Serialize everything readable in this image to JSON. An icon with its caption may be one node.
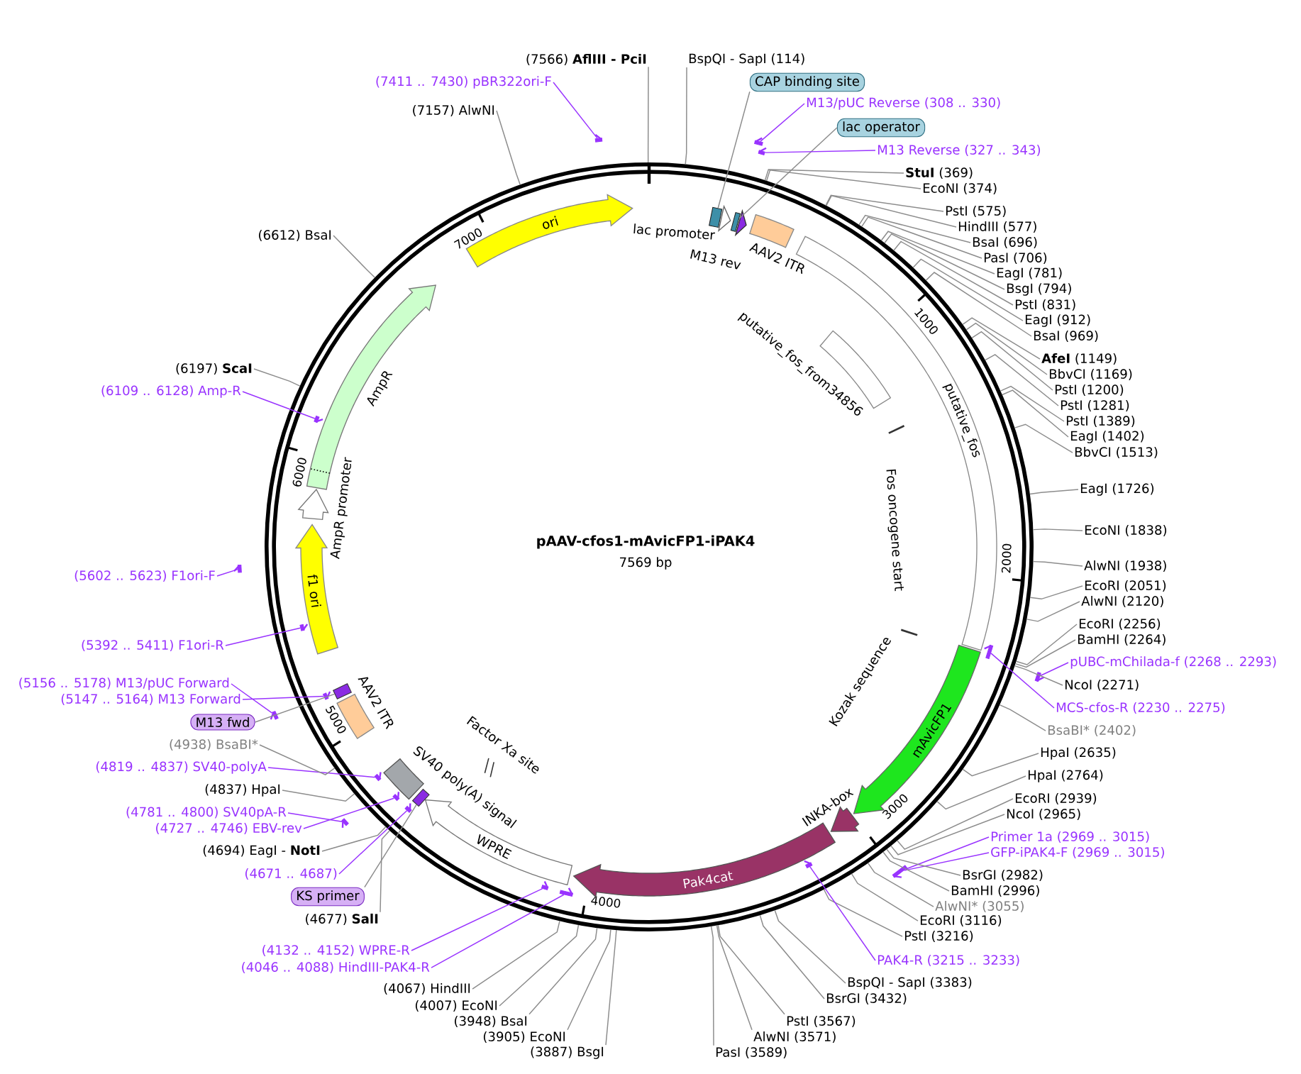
{
  "diagram": {
    "title": "pAAV-cfos1-mAvicFP1-iPAK4",
    "nodes": [
      {
        "text": [],
        "shape": "box"
      },
      {
        "text": [
          "lac promoter"
        ]
      },
      {
        "text": [],
        "shape": "box"
      },
      {
        "text": [
          "M13 rev"
        ]
      },
      {
        "text": [
          "AAV2 ITR"
        ]
      },
      {
        "text": [
          "putative_fos_from34856"
        ]
      },
      {
        "text": [
          "putative_fos"
        ]
      },
      {
        "text": [
          "Fos oncogene start"
        ]
      },
      {
        "text": [
          "Kozak sequence"
        ]
      },
      {
        "text": [
          "mAvicFP1"
        ]
      },
      {
        "text": [
          "INKA-box"
        ]
      },
      {
        "text": [
          "Pak4cat"
        ]
      },
      {
        "text": [
          "WPRE"
        ]
      },
      {
        "text": [
          "Factor Xa site"
        ]
      },
      {
        "text": [],
        "shape": "box"
      },
      {
        "text": [
          "SV40 poly(A) signal"
        ]
      },
      {
        "text": [
          "AAV2 ITR"
        ]
      },
      {
        "text": [],
        "shape": "box"
      },
      {
        "text": [
          "f1 ori"
        ]
      },
      {
        "text": [
          "AmpR promoter"
        ]
      },
      {
        "text": [
          "AmpR"
        ]
      },
      {
        "text": [
          "ori"
        ]
      },
      {
        "text": [
          "(7566) **AflIII - PciI**"
        ]
      },
      {
        "text": [
          "BspQI - SapI (114)"
        ]
      },
      {
        "text": [
          "CAP binding site"
        ]
      },
      {
        "text": [
          "M13/pUC Reverse (308 .. 330)"
        ]
      },
      {
        "text": [
          "lac operator"
        ]
      },
      {
        "text": [
          "M13 Reverse (327 .. 343)"
        ]
      },
      {
        "text": [
          "**StuI** (369)"
        ]
      },
      {
        "text": [
          "EcoNI (374)"
        ]
      },
      {
        "text": [
          "PstI (575)"
        ]
      },
      {
        "text": [
          "HindIII (577)"
        ]
      },
      {
        "text": [
          "BsaI (696)"
        ]
      },
      {
        "text": [
          "PasI (706)"
        ]
      },
      {
        "text": [
          "EagI (781)"
        ]
      },
      {
        "text": [
          "BsgI (794)"
        ]
      },
      {
        "text": [
          "PstI (831)"
        ]
      },
      {
        "text": [
          "EagI (912)"
        ]
      },
      {
        "text": [
          "BsaI (969)"
        ]
      },
      {
        "text": [
          "**AfeI** (1149)"
        ]
      },
      {
        "text": [
          "BbvCI (1169)"
        ]
      },
      {
        "text": [
          "PstI (1200)"
        ]
      },
      {
        "text": [
          "PstI (1281)"
        ]
      },
      {
        "text": [
          "PstI (1389)"
        ]
      },
      {
        "text": [
          "EagI (1402)"
        ]
      },
      {
        "text": [
          "BbvCI (1513)"
        ]
      },
      {
        "text": [
          "EagI (1726)"
        ]
      },
      {
        "text": [
          "EcoNI (1838)"
        ]
      },
      {
        "text": [
          "AlwNI (1938)"
        ]
      },
      {
        "text": [
          "EcoRI (2051)"
        ]
      },
      {
        "text": [
          "AlwNI (2120)"
        ]
      },
      {
        "text": [
          "EcoRI (2256)"
        ]
      },
      {
        "text": [
          "BamHI (2264)"
        ]
      },
      {
        "text": [
          "pUBC-mChilada-f (2268 .. 2293)"
        ]
      },
      {
        "text": [
          "NcoI (2271)"
        ]
      },
      {
        "text": [
          "MCS-cfos-R (2230 .. 2275)"
        ]
      },
      {
        "text": [
          "BsaBI* (2402)"
        ]
      },
      {
        "text": [
          "HpaI (2635)"
        ]
      },
      {
        "text": [
          "HpaI (2764)"
        ]
      },
      {
        "text": [
          "EcoRI (2939)"
        ]
      },
      {
        "text": [
          "NcoI (2965)"
        ]
      },
      {
        "text": [
          "Primer 1a (2969 .. 3015)"
        ]
      },
      {
        "text": [
          "GFP-iPAK4-F (2969 .. 3015)"
        ]
      },
      {
        "text": [
          "BsrGI (2982)"
        ]
      },
      {
        "text": [
          "BamHI (2996)"
        ]
      },
      {
        "text": [
          "AlwNI* (3055)"
        ]
      },
      {
        "text": [
          "EcoRI (3116)"
        ]
      },
      {
        "text": [
          "PstI (3216)"
        ]
      },
      {
        "text": [
          "PAK4-R (3215 .. 3233)"
        ]
      },
      {
        "text": [
          "BspQI - SapI (3383)"
        ]
      },
      {
        "text": [
          "BsrGI (3432)"
        ]
      },
      {
        "text": [
          "PstI (3567)"
        ]
      },
      {
        "text": [
          "AlwNI (3571)"
        ]
      },
      {
        "text": [
          "PasI (3589)"
        ]
      },
      {
        "text": [
          "(3887) BsgI"
        ]
      },
      {
        "text": [
          "(3905) EcoNI"
        ]
      },
      {
        "text": [
          "(3948) BsaI"
        ]
      },
      {
        "text": [
          "(4007) EcoNI"
        ]
      },
      {
        "text": [
          "(4067) HindIII"
        ]
      },
      {
        "text": [
          "(4046 .. 4088) HindIII-PAK4-R"
        ]
      },
      {
        "text": [
          "(4132 .. 4152) WPRE-R"
        ]
      },
      {
        "text": [
          "(4677) **SalI**"
        ]
      },
      {
        "text": [
          "KS primer"
        ]
      },
      {
        "text": [
          "(4671 .. 4687)"
        ]
      },
      {
        "text": [
          "(4694) EagI - **NotI**"
        ]
      },
      {
        "text": [
          "(4727 .. 4746) EBV-rev"
        ]
      },
      {
        "text": [
          "(4781 .. 4800) SV40pA-R"
        ]
      },
      {
        "text": [
          "(4837) HpaI"
        ]
      },
      {
        "text": [
          "(4819 .. 4837) SV40-polyA"
        ]
      },
      {
        "text": [
          "(4938) BsaBI*"
        ]
      },
      {
        "text": [
          "M13 fwd"
        ]
      },
      {
        "text": [
          "(5147 .. 5164) M13 Forward"
        ]
      },
      {
        "text": [
          "(5156 .. 5178) M13/pUC Forward"
        ]
      },
      {
        "text": [
          "(5392 .. 5411) F1ori-R"
        ]
      },
      {
        "text": [
          "(5602 .. 5623) F1ori-F"
        ]
      },
      {
        "text": [
          "(6109 .. 6128) Amp-R"
        ]
      },
      {
        "text": [
          "(6197) **ScaI**"
        ]
      },
      {
        "text": [
          "(6612) BsaI"
        ]
      },
      {
        "text": [
          "(7157) AlwNI"
        ]
      },
      {
        "text": [
          "(7411 .. 7430) pBR322ori-F"
        ]
      },
      {
        "text": [],
        "shape": "bar"
      },
      {
        "text": [],
        "shape": "bar"
      },
      {
        "text": [],
        "shape": "bar"
      },
      {
        "text": [],
        "shape": "bar"
      },
      {
        "text": [],
        "shape": "bar"
      },
      {
        "text": [],
        "shape": "bar"
      },
      {
        "text": [],
        "shape": "bar"
      },
      {
        "text": [],
        "shape": "bar"
      },
      {
        "text": [],
        "shape": "bar"
      },
      {
        "text": [],
        "shape": "bar"
      },
      {
        "text": [],
        "shape": "bar"
      },
      {
        "text": [],
        "shape": "bar"
      },
      {
        "text": [],
        "shape": "bar"
      },
      {
        "text": [],
        "shape": "bar"
      },
      {
        "text": [],
        "shape": "bar"
      },
      {
        "text": [],
        "shape": "bar"
      },
      {
        "text": [],
        "shape": "bar"
      },
      {
        "text": [],
        "shape": "bar"
      }
    ],
    "edges": [
      {
        "from": 22,
        "to": null,
        "arrow": "none"
      },
      {
        "from": 23,
        "to": null,
        "arrow": "none"
      },
      {
        "from": 24,
        "to": 0,
        "arrow": "none"
      },
      {
        "from": 25,
        "to": 100,
        "arrow": "none",
        "color": "#9933ff"
      },
      {
        "from": 26,
        "to": 2,
        "arrow": "none"
      },
      {
        "from": 27,
        "to": 101,
        "arrow": "none",
        "color": "#9933ff"
      },
      {
        "from": 28,
        "to": null,
        "arrow": "none"
      },
      {
        "from": 29,
        "to": null,
        "arrow": "none"
      },
      {
        "from": 30,
        "to": null,
        "arrow": "none"
      },
      {
        "from": 31,
        "to": null,
        "arrow": "none"
      },
      {
        "from": 32,
        "to": null,
        "arrow": "none"
      },
      {
        "from": 33,
        "to": null,
        "arrow": "none"
      },
      {
        "from": 34,
        "to": null,
        "arrow": "none"
      },
      {
        "from": 35,
        "to": null,
        "arrow": "none"
      },
      {
        "from": 36,
        "to": null,
        "arrow": "none"
      },
      {
        "from": 37,
        "to": null,
        "arrow": "none"
      },
      {
        "from": 38,
        "to": null,
        "arrow": "none"
      },
      {
        "from": 39,
        "to": null,
        "arrow": "none"
      },
      {
        "from": 40,
        "to": null,
        "arrow": "none"
      },
      {
        "from": 41,
        "to": null,
        "arrow": "none"
      },
      {
        "from": 42,
        "to": null,
        "arrow": "none"
      },
      {
        "from": 43,
        "to": null,
        "arrow": "none"
      },
      {
        "from": 44,
        "to": null,
        "arrow": "none"
      },
      {
        "from": 45,
        "to": null,
        "arrow": "none"
      },
      {
        "from": 46,
        "to": null,
        "arrow": "none"
      },
      {
        "from": 47,
        "to": null,
        "arrow": "none"
      },
      {
        "from": 48,
        "to": null,
        "arrow": "none"
      },
      {
        "from": 49,
        "to": null,
        "arrow": "none"
      },
      {
        "from": 50,
        "to": null,
        "arrow": "none"
      },
      {
        "from": 51,
        "to": null,
        "arrow": "none"
      },
      {
        "from": 52,
        "to": null,
        "arrow": "none"
      },
      {
        "from": 53,
        "to": 102,
        "arrow": "none",
        "color": "#9933ff"
      },
      {
        "from": 54,
        "to": null,
        "arrow": "none"
      },
      {
        "from": 55,
        "to": 103,
        "arrow": "none",
        "color": "#9933ff"
      },
      {
        "from": 56,
        "to": null,
        "arrow": "none"
      },
      {
        "from": 57,
        "to": null,
        "arrow": "none"
      },
      {
        "from": 58,
        "to": null,
        "arrow": "none"
      },
      {
        "from": 59,
        "to": null,
        "arrow": "none"
      },
      {
        "from": 60,
        "to": null,
        "arrow": "none"
      },
      {
        "from": 61,
        "to": 104,
        "arrow": "none",
        "color": "#9933ff"
      },
      {
        "from": 62,
        "to": 104,
        "arrow": "none",
        "color": "#9933ff"
      },
      {
        "from": 63,
        "to": null,
        "arrow": "none"
      },
      {
        "from": 64,
        "to": null,
        "arrow": "none"
      },
      {
        "from": 65,
        "to": null,
        "arrow": "none"
      },
      {
        "from": 66,
        "to": null,
        "arrow": "none"
      },
      {
        "from": 67,
        "to": null,
        "arrow": "none"
      },
      {
        "from": 68,
        "to": 105,
        "arrow": "none",
        "color": "#9933ff"
      },
      {
        "from": 69,
        "to": null,
        "arrow": "none"
      },
      {
        "from": 70,
        "to": null,
        "arrow": "none"
      },
      {
        "from": 71,
        "to": null,
        "arrow": "none"
      },
      {
        "from": 72,
        "to": null,
        "arrow": "none"
      },
      {
        "from": 73,
        "to": null,
        "arrow": "none"
      },
      {
        "from": 74,
        "to": null,
        "arrow": "none"
      },
      {
        "from": 75,
        "to": null,
        "arrow": "none"
      },
      {
        "from": 76,
        "to": null,
        "arrow": "none"
      },
      {
        "from": 77,
        "to": null,
        "arrow": "none"
      },
      {
        "from": 78,
        "to": null,
        "arrow": "none"
      },
      {
        "from": 79,
        "to": 106,
        "arrow": "none",
        "color": "#9933ff"
      },
      {
        "from": 80,
        "to": 107,
        "arrow": "none",
        "color": "#9933ff"
      },
      {
        "from": 81,
        "to": null,
        "arrow": "none"
      },
      {
        "from": 82,
        "to": 14,
        "arrow": "none"
      },
      {
        "from": 83,
        "to": 108,
        "arrow": "none",
        "color": "#9933ff"
      },
      {
        "from": 84,
        "to": null,
        "arrow": "none"
      },
      {
        "from": 85,
        "to": 109,
        "arrow": "none",
        "color": "#9933ff"
      },
      {
        "from": 86,
        "to": 110,
        "arrow": "none",
        "color": "#9933ff"
      },
      {
        "from": 87,
        "to": null,
        "arrow": "none"
      },
      {
        "from": 88,
        "to": 111,
        "arrow": "none",
        "color": "#9933ff"
      },
      {
        "from": 89,
        "to": null,
        "arrow": "none"
      },
      {
        "from": 90,
        "to": 17,
        "arrow": "none"
      },
      {
        "from": 91,
        "to": 112,
        "arrow": "none",
        "color": "#9933ff"
      },
      {
        "from": 92,
        "to": 113,
        "arrow": "none",
        "color": "#9933ff"
      },
      {
        "from": 93,
        "to": 114,
        "arrow": "none",
        "color": "#9933ff"
      },
      {
        "from": 94,
        "to": 115,
        "arrow": "none",
        "color": "#9933ff"
      },
      {
        "from": 95,
        "to": 116,
        "arrow": "none",
        "color": "#9933ff"
      },
      {
        "from": 96,
        "to": null,
        "arrow": "none"
      },
      {
        "from": 97,
        "to": null,
        "arrow": "none"
      },
      {
        "from": 98,
        "to": null,
        "arrow": "none"
      },
      {
        "from": 99,
        "to": 117,
        "arrow": "none",
        "color": "#9933ff"
      }
    ],
    "labels": [
      "7569 bp",
      "1000",
      "2000",
      "3000",
      "4000",
      "5000",
      "6000",
      "7000"
    ]
  }
}
